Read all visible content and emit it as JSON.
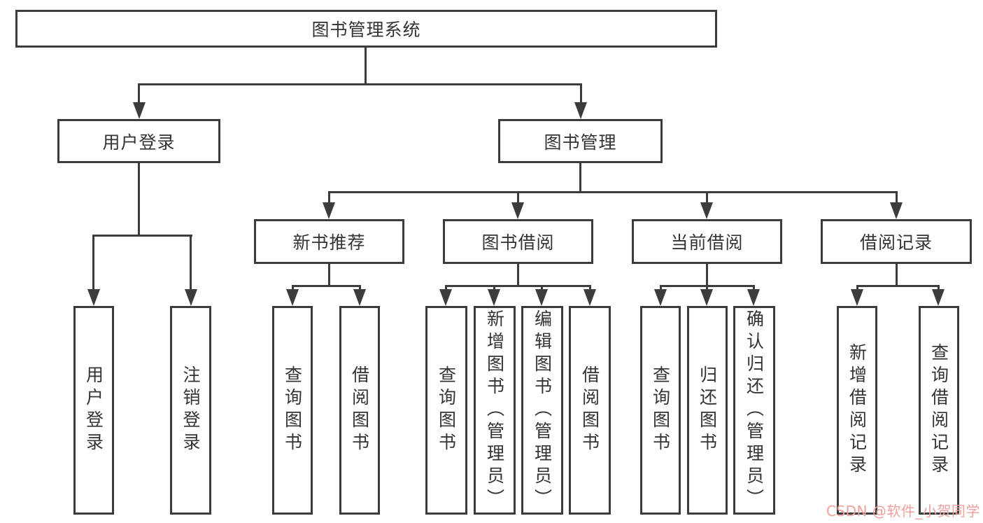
{
  "colors": {
    "line": "#3c3c3c",
    "text": "#333333",
    "watermark": "#f0a09b",
    "background": "#ffffff"
  },
  "diagram": {
    "title": "图书管理系统",
    "level2": {
      "user_login": "用户登录",
      "book_management": "图书管理"
    },
    "level3": {
      "new_book_recommendation": "新书推荐",
      "book_borrowing": "图书借阅",
      "current_borrowing": "当前借阅",
      "borrowing_records": "借阅记录"
    },
    "leaves": {
      "user_login_children": [
        "用户登录",
        "注销登录"
      ],
      "new_book_children": [
        "查询图书",
        "借阅图书"
      ],
      "book_borrowing_children": [
        "查询图书",
        "新增图书（管理员）",
        "编辑图书（管理员）",
        "借阅图书"
      ],
      "current_borrowing_children": [
        "查询图书",
        "归还图书",
        "确认归还（管理员）"
      ],
      "borrowing_records_children": [
        "新增借阅记录",
        "查询借阅记录"
      ]
    }
  },
  "watermark": {
    "text": "CSDN @软件_小贺同学"
  }
}
